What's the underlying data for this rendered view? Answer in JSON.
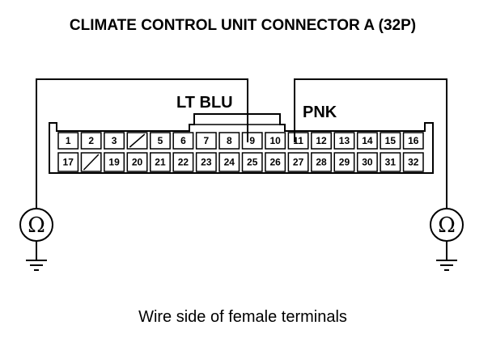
{
  "title": "CLIMATE CONTROL UNIT CONNECTOR A (32P)",
  "wire_labels": {
    "left": "LT BLU",
    "right": "PNK"
  },
  "caption": "Wire side of female terminals",
  "meter_symbol": "Ω",
  "connector": {
    "top_row": [
      "1",
      "2",
      "3",
      "",
      "5",
      "6",
      "7",
      "8",
      "9",
      "10",
      "11",
      "12",
      "13",
      "14",
      "15",
      "16"
    ],
    "bottom_row": [
      "17",
      "",
      "19",
      "20",
      "21",
      "22",
      "23",
      "24",
      "25",
      "26",
      "27",
      "28",
      "29",
      "30",
      "31",
      "32"
    ],
    "blank_top_index": 3,
    "blank_bottom_index": 1,
    "probe_pins": [
      "9",
      "11"
    ]
  }
}
